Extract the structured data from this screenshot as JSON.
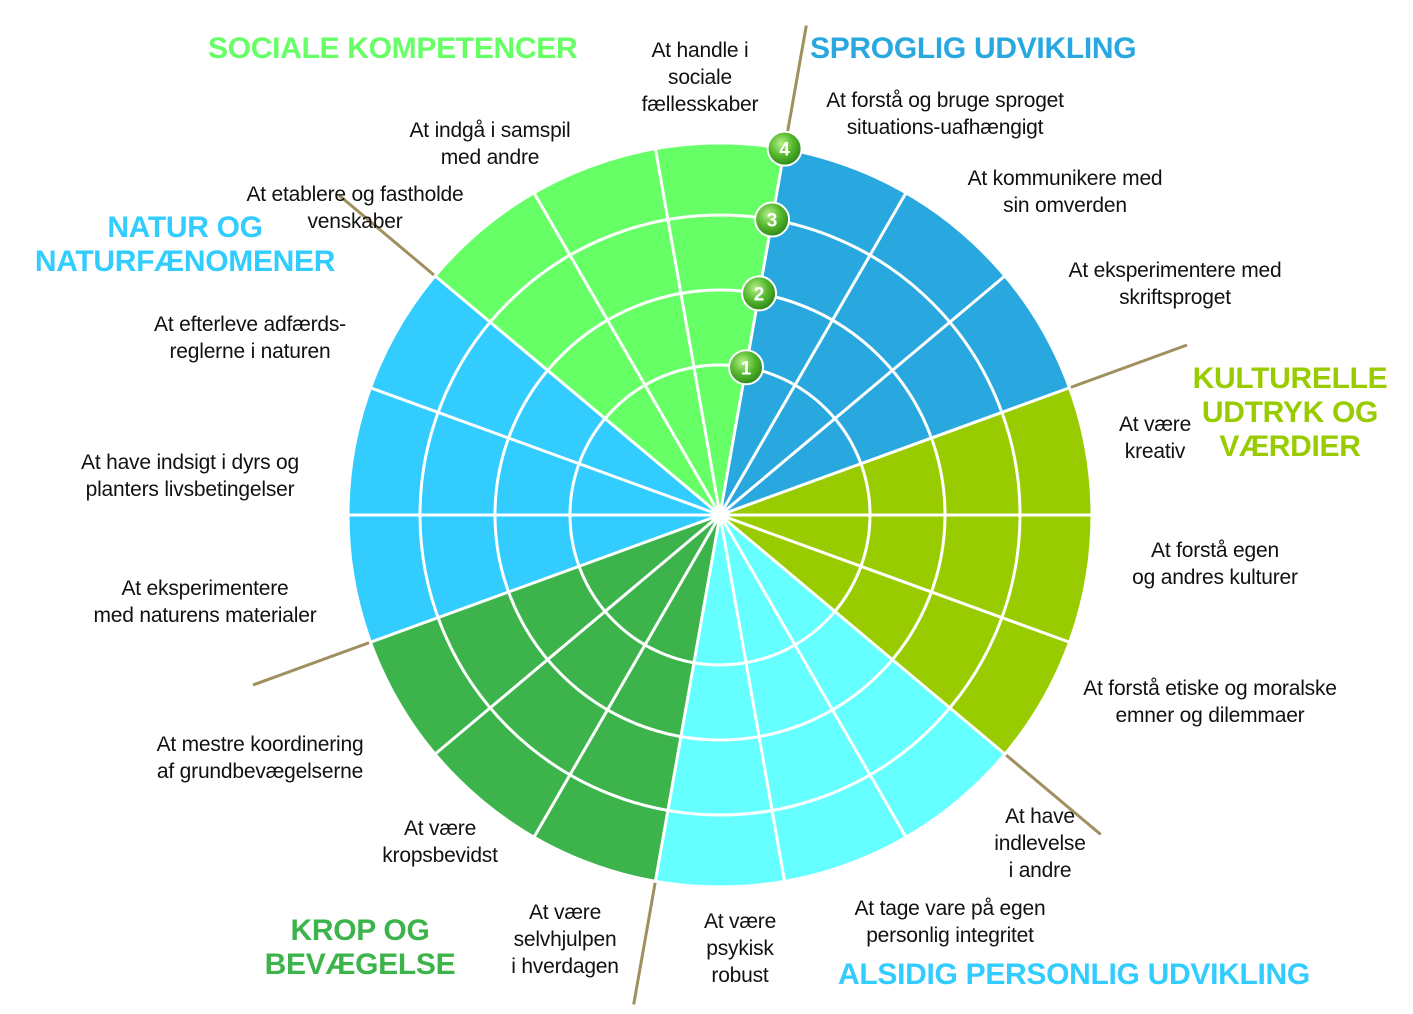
{
  "categories": [
    {
      "id": "sprog",
      "title": "SPROGLIG UDVIKLING",
      "color": "#29a8e0",
      "label_color": "#29a8e0",
      "sectors": [
        "At forstå og bruge sproget\nsituations-uafhængigt",
        "At kommunikere med\nsin omverden",
        "At eksperimentere med\nskriftsproget"
      ]
    },
    {
      "id": "kultur",
      "title": "KULTURELLE\nUDTRYK OG\nVÆRDIER",
      "color": "#99cc00",
      "label_color": "#99cc00",
      "sectors": [
        "At være\nkreativ",
        "At forstå egen\nog andres kulturer",
        "At forstå etiske og moralske\nemner og dilemmaer"
      ]
    },
    {
      "id": "alsidig",
      "title": "ALSIDIG PERSONLIG UDVIKLING",
      "color": "#66ffff",
      "label_color": "#33ccff",
      "sectors": [
        "At have\nindlevelse\ni andre",
        "At tage vare på egen\npersonlig integritet",
        "At være\npsykisk\nrobust"
      ]
    },
    {
      "id": "krop",
      "title": "KROP OG\nBEVÆGELSE",
      "color": "#3cb44b",
      "label_color": "#3cb44b",
      "sectors": [
        "At være\nselvhjulpen\ni hverdagen",
        "At være\nkropsbevidst",
        "At mestre koordinering\naf grundbevægelserne"
      ]
    },
    {
      "id": "natur",
      "title": "NATUR OG\nNATURFÆNOMENER",
      "color": "#33ccff",
      "label_color": "#33ccff",
      "sectors": [
        "At eksperimentere\nmed naturens materialer",
        "At have indsigt i dyrs og\nplanters livsbetingelser",
        "At efterleve adfærds-\nreglerne i naturen"
      ]
    },
    {
      "id": "social",
      "title": "SOCIALE KOMPETENCER",
      "color": "#66ff66",
      "label_color": "#66ff66",
      "sectors": [
        "At etablere og fastholde\nvenskaber",
        "At indgå i samspil\nmed andre",
        "At handle i\nsociale\nfællesskaber"
      ]
    }
  ],
  "levels": [
    "1",
    "2",
    "3",
    "4"
  ],
  "colors": {
    "ring_line": "#ffffff",
    "divider": "#a09060",
    "badge": "#44aa22"
  }
}
